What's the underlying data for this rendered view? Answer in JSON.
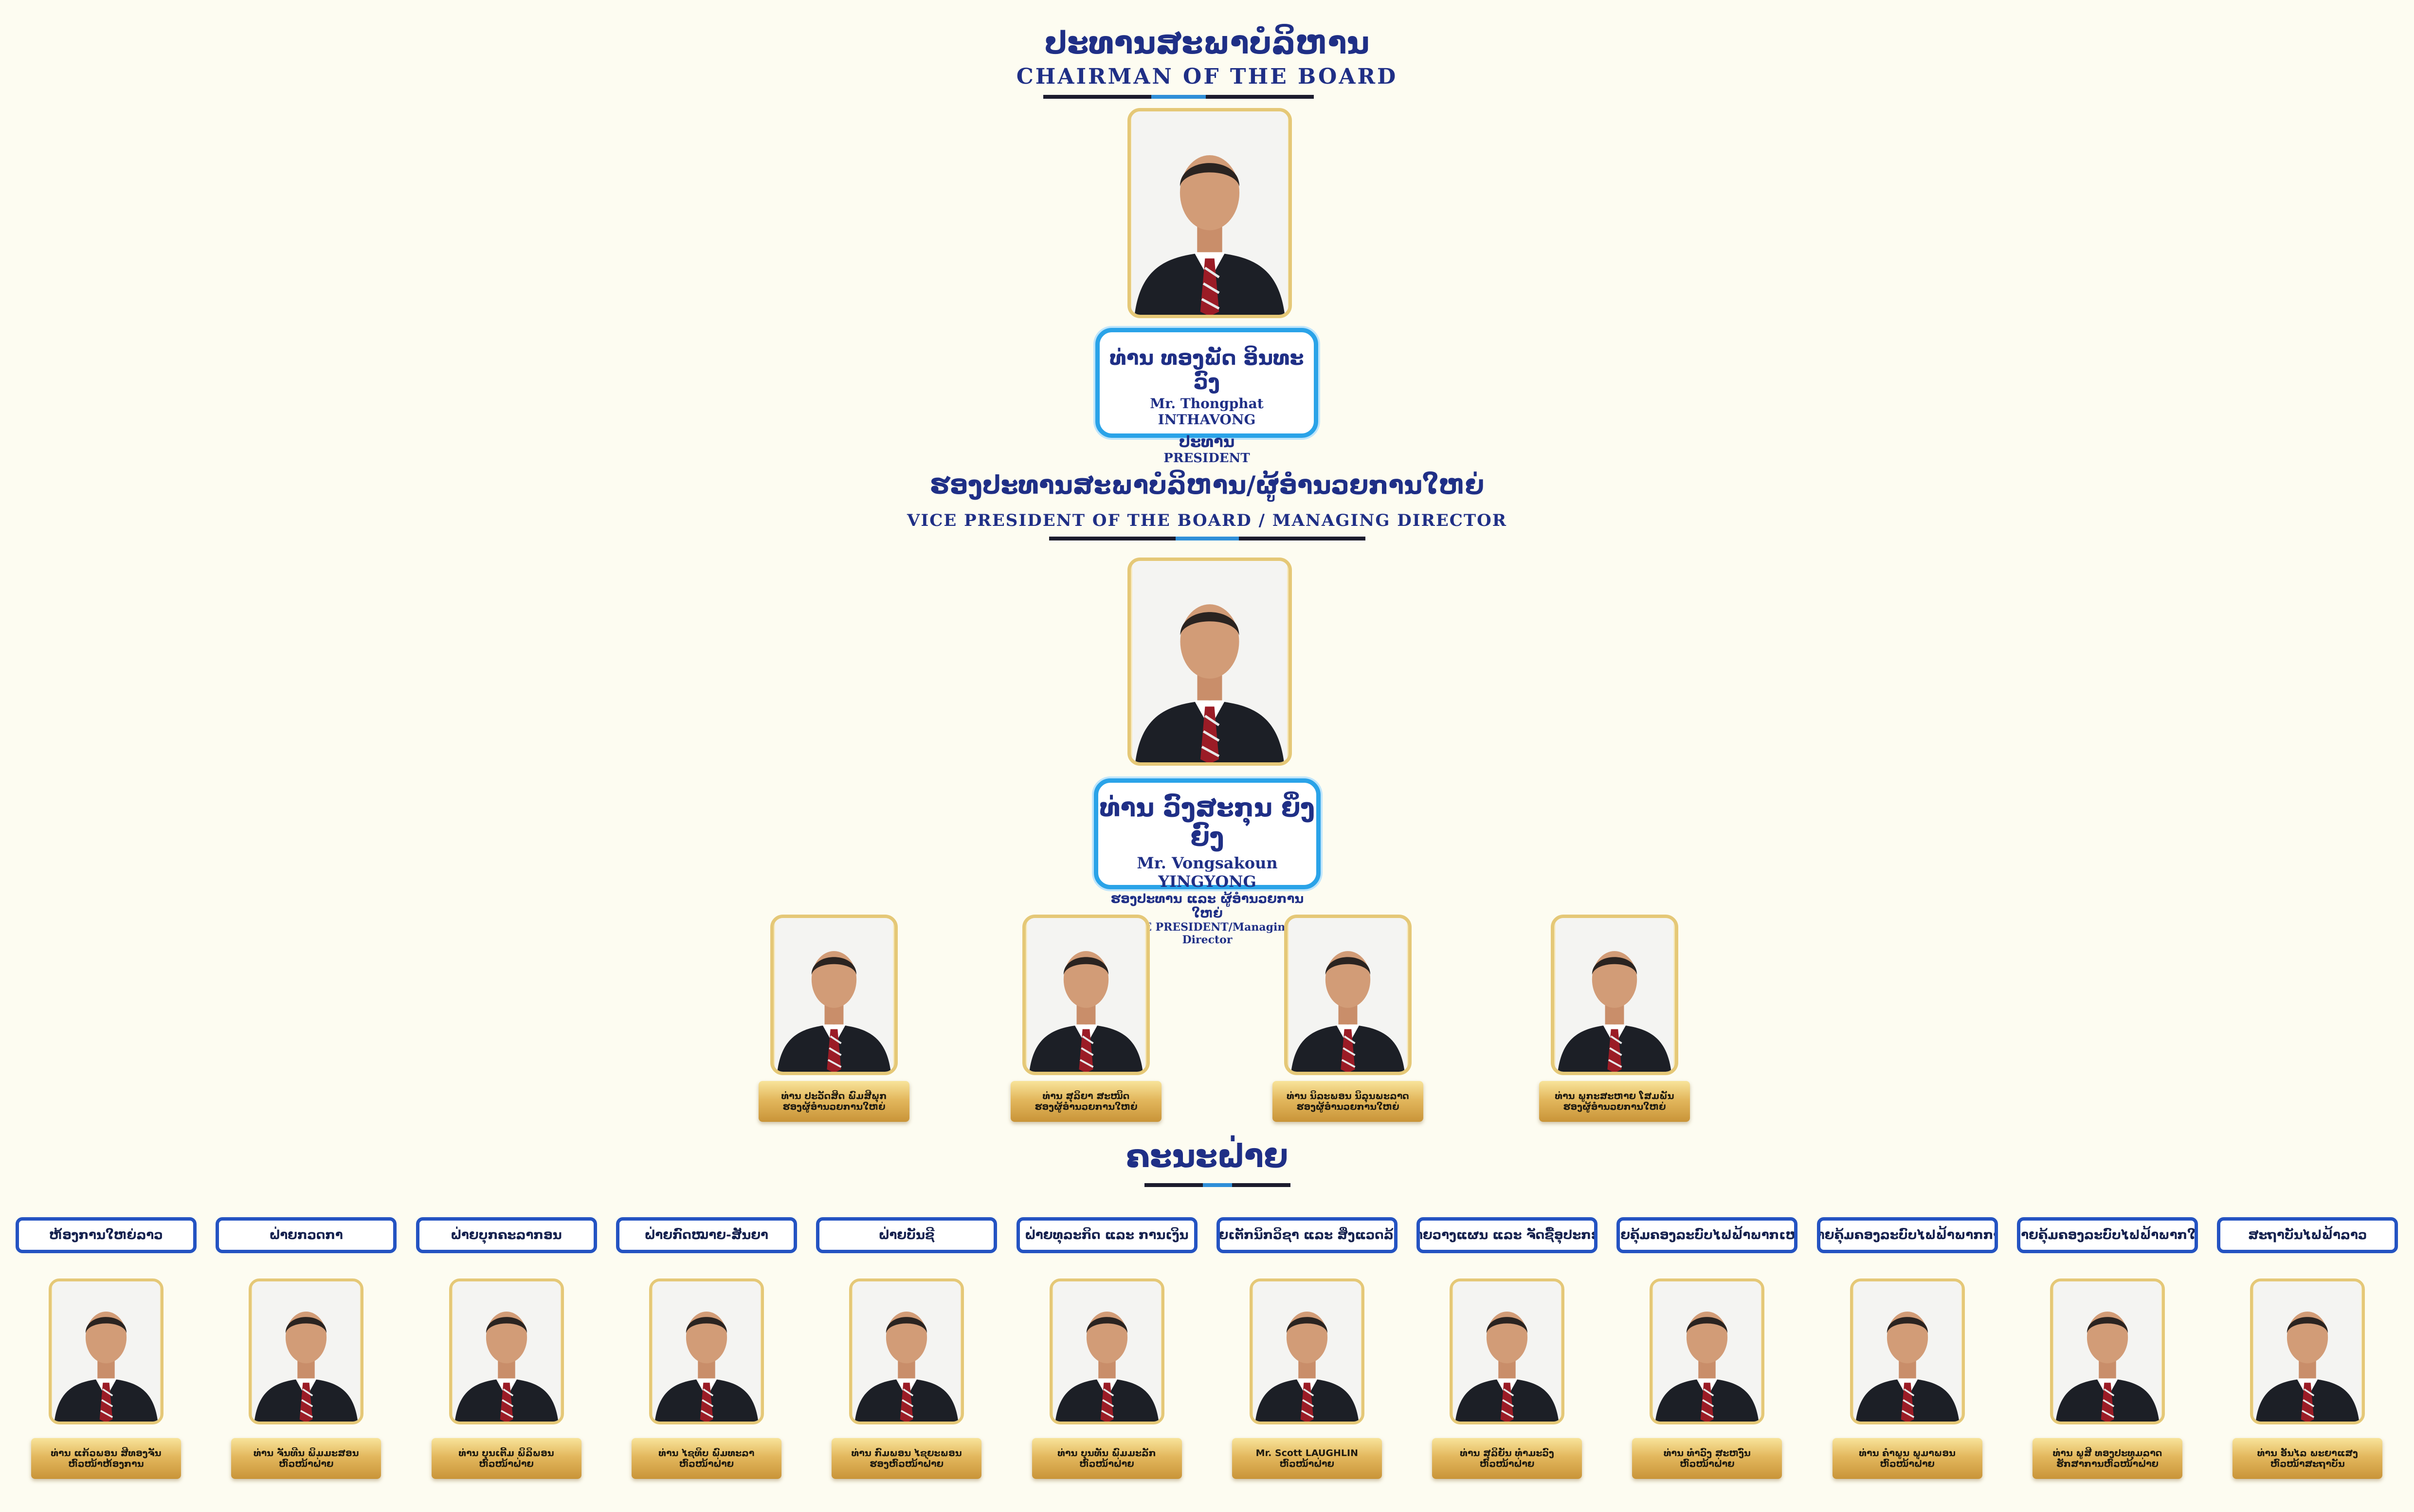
{
  "chairman": {
    "title_lao": "ປະທານສະພາບໍລິຫານ",
    "title_en": "CHAIRMAN OF THE BOARD",
    "name_lao": "ທ່ານ ທອງພັດ ອິນທະວົງ",
    "name_en": "Mr. Thongphat INTHAVONG",
    "position_lao": "ປະທານ",
    "position_en": "PRESIDENT"
  },
  "vice": {
    "title_lao": "ຮອງປະທານສະພາບໍລິຫານ/ຜູ້ອຳນວຍການໃຫຍ່",
    "title_en": "VICE PRESIDENT OF THE BOARD / MANAGING DIRECTOR",
    "name_lao": "ທ່ານ ວົງສະກຸນ ຍິ່ງຍົງ",
    "name_en": "Mr. Vongsakoun YINGYONG",
    "position_lao": "ຮອງປະທານ ແລະ ຜູ້ອຳນວຍການໃຫຍ່",
    "position_en": "VICE PRESIDENT/Managing Director"
  },
  "deputies": [
    {
      "name": "ທ່ານ ປະວັດສິດ ພົມສີພຸກ",
      "position": "ຮອງຜູ້ອຳນວຍການໃຫຍ່"
    },
    {
      "name": "ທ່ານ ສຸລິຍາ ສະໜິດ",
      "position": "ຮອງຜູ້ອຳນວຍການໃຫຍ່"
    },
    {
      "name": "ທ່ານ ນິລະພອນ ນິລຸນພະລາດ",
      "position": "ຮອງຜູ້ອຳນວຍການໃຫຍ່"
    },
    {
      "name": "ທ່ານ ພູກະສະຫາຍ ໂສມພັນ",
      "position": "ຮອງຜູ້ອຳນວຍການໃຫຍ່"
    }
  ],
  "departments_title": "ຄະນະຝ່າຍ",
  "departments": [
    {
      "dept": "ຫ້ອງການໃຫຍ່ລາວ",
      "name": "ທ່ານ ແກ້ວພອນ ສີທອງຈັນ",
      "position": "ຫົວໜ້າຫ້ອງການ"
    },
    {
      "dept": "ຝ່າຍກວດກາ",
      "name": "ທ່ານ ຈັນທີນ ພິມມະສອນ",
      "position": "ຫົວໜ້າຝ່າຍ"
    },
    {
      "dept": "ຝ່າຍບຸກຄະລາກອນ",
      "name": "ທ່ານ ບຸນເຕີ້ມ ພິລິພອນ",
      "position": "ຫົວໜ້າຝ່າຍ"
    },
    {
      "dept": "ຝ່າຍກົດໝາຍ-ສັນຍາ",
      "name": "ທ່ານ ໄຊທິບ ພົມທະລາ",
      "position": "ຫົວໜ້າຝ່າຍ"
    },
    {
      "dept": "ຝ່າຍບັນຊີ",
      "name": "ທ່ານ ກົມພອນ ໄຊຍະພອນ",
      "position": "ຮອງຫົວໜ້າຝ່າຍ"
    },
    {
      "dept": "ຝ່າຍທຸລະກິດ ແລະ ການເງິນ",
      "name": "ທ່ານ ບຸນທັນ ພົມມະລັກ",
      "position": "ຫົວໜ້າຝ່າຍ"
    },
    {
      "dept": "ຝ່າຍເຕັກນິກວິຊາ ແລະ ສິ່ງແວດລ້ອມ",
      "name": "Mr. Scott LAUGHLIN",
      "position": "ຫົວໜ້າຝ່າຍ"
    },
    {
      "dept": "ຝ່າຍວາງແຜນ ແລະ ຈັດຊື້ອຸປະກອນ",
      "name": "ທ່ານ ສຸລິຍັນ ທຳມະວົງ",
      "position": "ຫົວໜ້າຝ່າຍ"
    },
    {
      "dept": "ຝ່າຍຄຸ້ມຄອງລະບົບໄຟຟ້າພາກເໜືອ",
      "name": "ທ່ານ ທຳວົງ ສະຫງົ່ນ",
      "position": "ຫົວໜ້າຝ່າຍ"
    },
    {
      "dept": "ຝ່າຍຄຸ້ມຄອງລະບົບໄຟຟ້າພາກກາງ",
      "name": "ທ່ານ ຄຳພູນ ພູມາພອນ",
      "position": "ຫົວໜ້າຝ່າຍ"
    },
    {
      "dept": "ຝ່າຍຄຸ້ມຄອງລະບົບໄຟຟ້າພາກໃຕ້",
      "name": "ທ່ານ ພູສີ ທອງປະທຸມລາດ",
      "position": "ຮັກສາການຫົວໜ້າຝ່າຍ"
    },
    {
      "dept": "ສະຖາບັນໄຟຟ້າລາວ",
      "name": "ທ່ານ ອັນໄລ ພະຍາແສງ",
      "position": "ຫົວໜ້າສະຖາບັນ"
    }
  ],
  "colors": {
    "navy": "#1f2f86",
    "accent_blue": "#2aa3e8",
    "gold": "#e3b85e",
    "background": "#fdfcf1"
  }
}
